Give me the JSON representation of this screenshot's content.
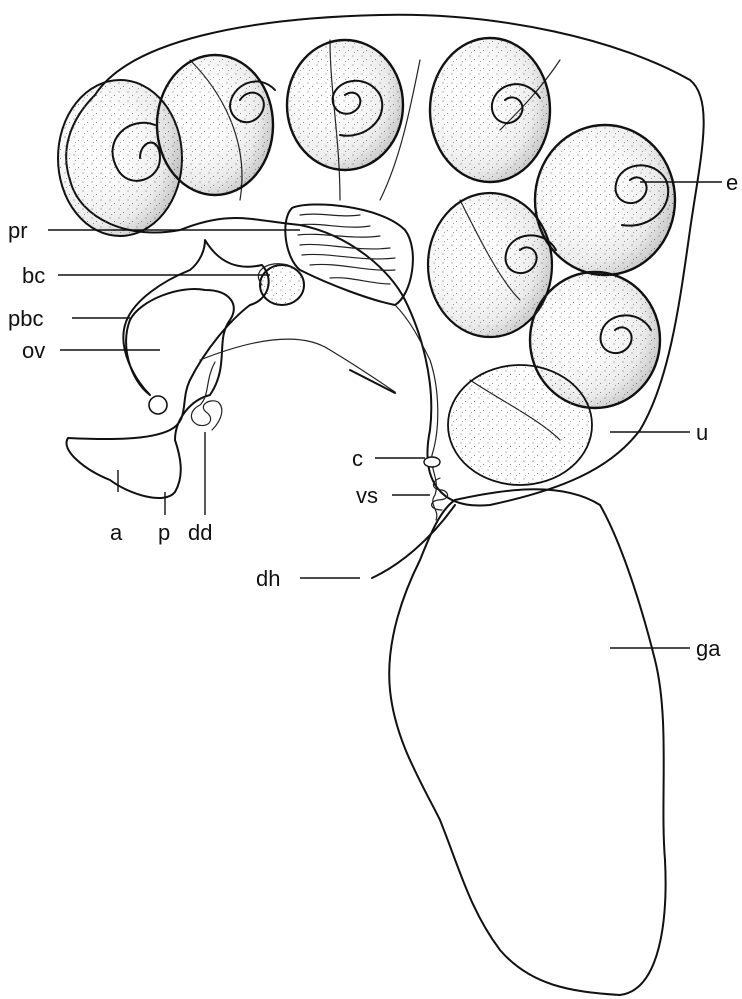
{
  "figure": {
    "background": "#ffffff",
    "ink": "#111111",
    "labels": {
      "e": "e",
      "pr": "pr",
      "bc": "bc",
      "pbc": "pbc",
      "ov": "ov",
      "u": "u",
      "c": "c",
      "vs": "vs",
      "dh": "dh",
      "ga": "ga",
      "a": "a",
      "p": "p",
      "dd": "dd"
    }
  }
}
